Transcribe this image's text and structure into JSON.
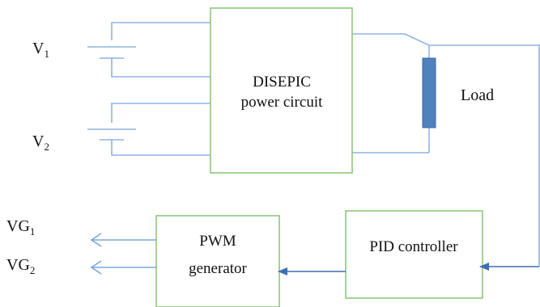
{
  "sources": {
    "v1": {
      "main": "V",
      "sub": "1"
    },
    "v2": {
      "main": "V",
      "sub": "2"
    }
  },
  "outputs": {
    "vg1": {
      "main": "VG",
      "sub": "1"
    },
    "vg2": {
      "main": "VG",
      "sub": "2"
    }
  },
  "blocks": {
    "disepic": {
      "line1": "DISEPIC",
      "line2": "power circuit"
    },
    "pwm": {
      "line1": "PWM",
      "line2": "generator"
    },
    "pid": {
      "line1": "PID controller"
    }
  },
  "load": {
    "label": "Load"
  },
  "colors": {
    "wire": "#8fb4e3",
    "block_border": "#8cc97a",
    "load_fill": "#4f81bd",
    "arrow_dark": "#3d6fb6",
    "arrow_light": "#7aa7dc"
  }
}
